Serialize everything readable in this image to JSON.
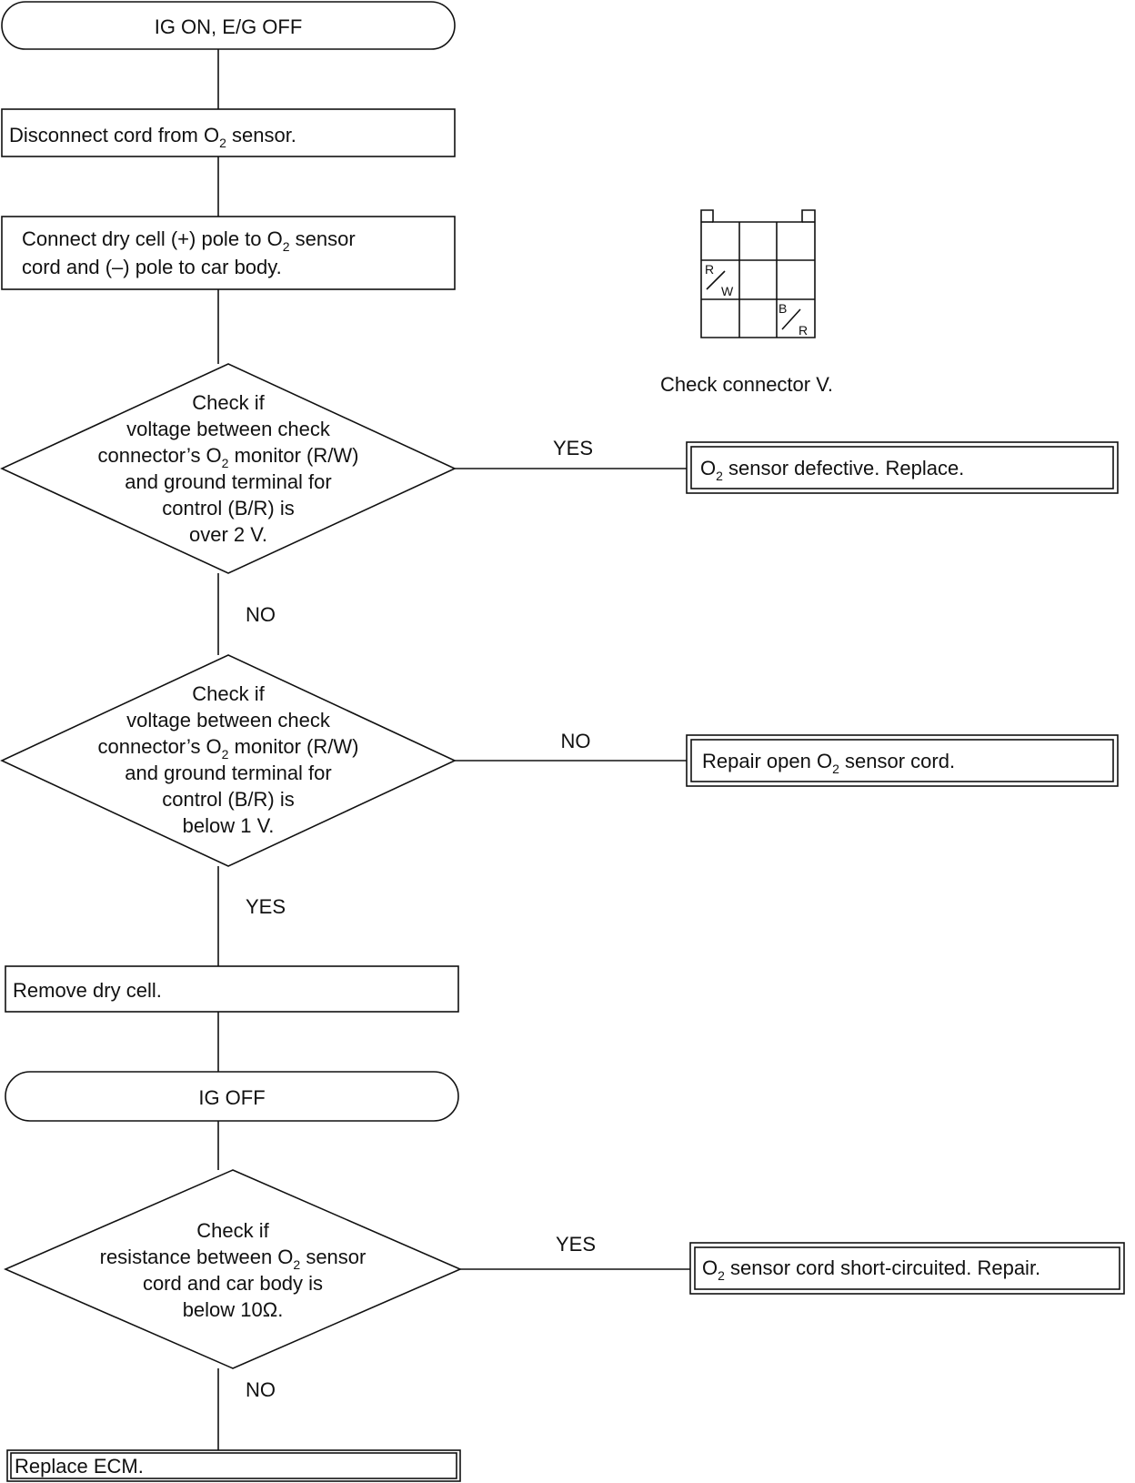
{
  "start": {
    "line1": "IG ON, E/G OFF"
  },
  "step1": {
    "line1": "Disconnect cord from O",
    "sub1": "2",
    "tail1": " sensor."
  },
  "step2": {
    "line1": "Connect dry cell (+) pole to O",
    "sub1": "2",
    "tail1": " sensor",
    "line2": "cord and (–) pole to car body."
  },
  "connector": {
    "caption": "Check connector V.",
    "rw_top": "R",
    "rw_bottom": "W",
    "br_top": "B",
    "br_bottom": "R"
  },
  "decision1": {
    "line1": "Check if",
    "line2": "voltage between check",
    "line3a": "connector’s O",
    "sub3": "2",
    "line3b": " monitor (R/W)",
    "line4": "and ground terminal for",
    "line5": "control (B/R) is",
    "line6": "over 2 V.",
    "right_label": "YES",
    "down_label": "NO"
  },
  "result1": {
    "pre": "O",
    "sub": "2",
    "text": " sensor defective.  Replace."
  },
  "decision2": {
    "line1": "Check if",
    "line2": "voltage between check",
    "line3a": "connector’s O",
    "sub3": "2",
    "line3b": " monitor (R/W)",
    "line4": "and ground terminal for",
    "line5": "control (B/R) is",
    "line6": "below 1 V.",
    "right_label": "NO",
    "down_label": "YES"
  },
  "result2": {
    "pre": "Repair open O",
    "sub": "2",
    "text": " sensor cord."
  },
  "step3": {
    "line1": "Remove dry cell."
  },
  "ig_off": {
    "line1": "IG OFF"
  },
  "decision3": {
    "line1": "Check if",
    "line2a": "resistance between O",
    "sub2": "2",
    "line2b": " sensor",
    "line3": "cord and car body is",
    "line4": "below 10Ω.",
    "right_label": "YES",
    "down_label": "NO"
  },
  "result3": {
    "pre": "O",
    "sub": "2",
    "text": " sensor cord short-circuited.  Repair."
  },
  "final": {
    "line1": "Replace ECM."
  }
}
